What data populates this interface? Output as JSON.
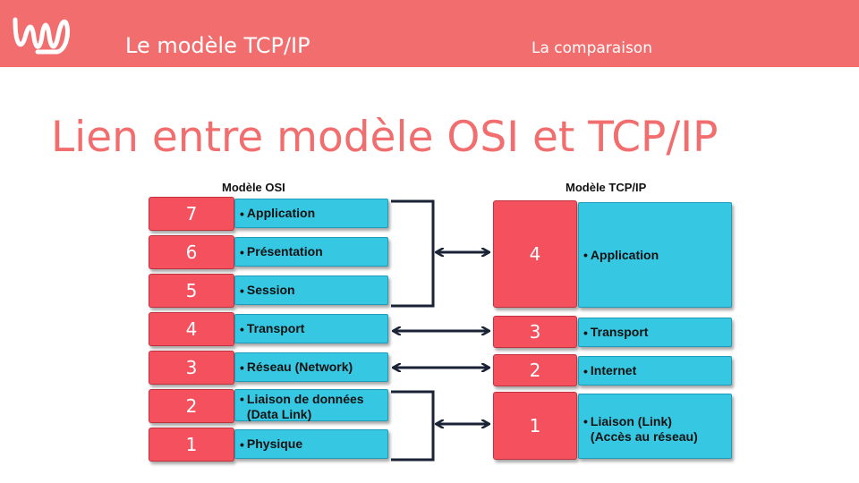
{
  "header": {
    "title": "Le modèle TCP/IP",
    "subtitle": "La comparaison",
    "logo_icon": "wave-logo-icon",
    "background_color": "#f26d6e"
  },
  "slide_title": "Lien entre modèle OSI et TCP/IP",
  "colors": {
    "number_box": "#f4505e",
    "label_box": "#36c8e2",
    "arrow": "#1a2236"
  },
  "osi": {
    "title": "Modèle OSI",
    "layers": [
      {
        "number": "7",
        "name": "Application"
      },
      {
        "number": "6",
        "name": "Présentation"
      },
      {
        "number": "5",
        "name": "Session"
      },
      {
        "number": "4",
        "name": "Transport"
      },
      {
        "number": "3",
        "name": "Réseau (Network)"
      },
      {
        "number": "2",
        "name": "Liaison de données\n(Data Link)"
      },
      {
        "number": "1",
        "name": "Physique"
      }
    ]
  },
  "tcpip": {
    "title": "Modèle TCP/IP",
    "layers": [
      {
        "number": "4",
        "name": "Application"
      },
      {
        "number": "3",
        "name": "Transport"
      },
      {
        "number": "2",
        "name": "Internet"
      },
      {
        "number": "1",
        "name": "Liaison (Link)\n(Accès au réseau)"
      }
    ]
  },
  "bullet": "•"
}
